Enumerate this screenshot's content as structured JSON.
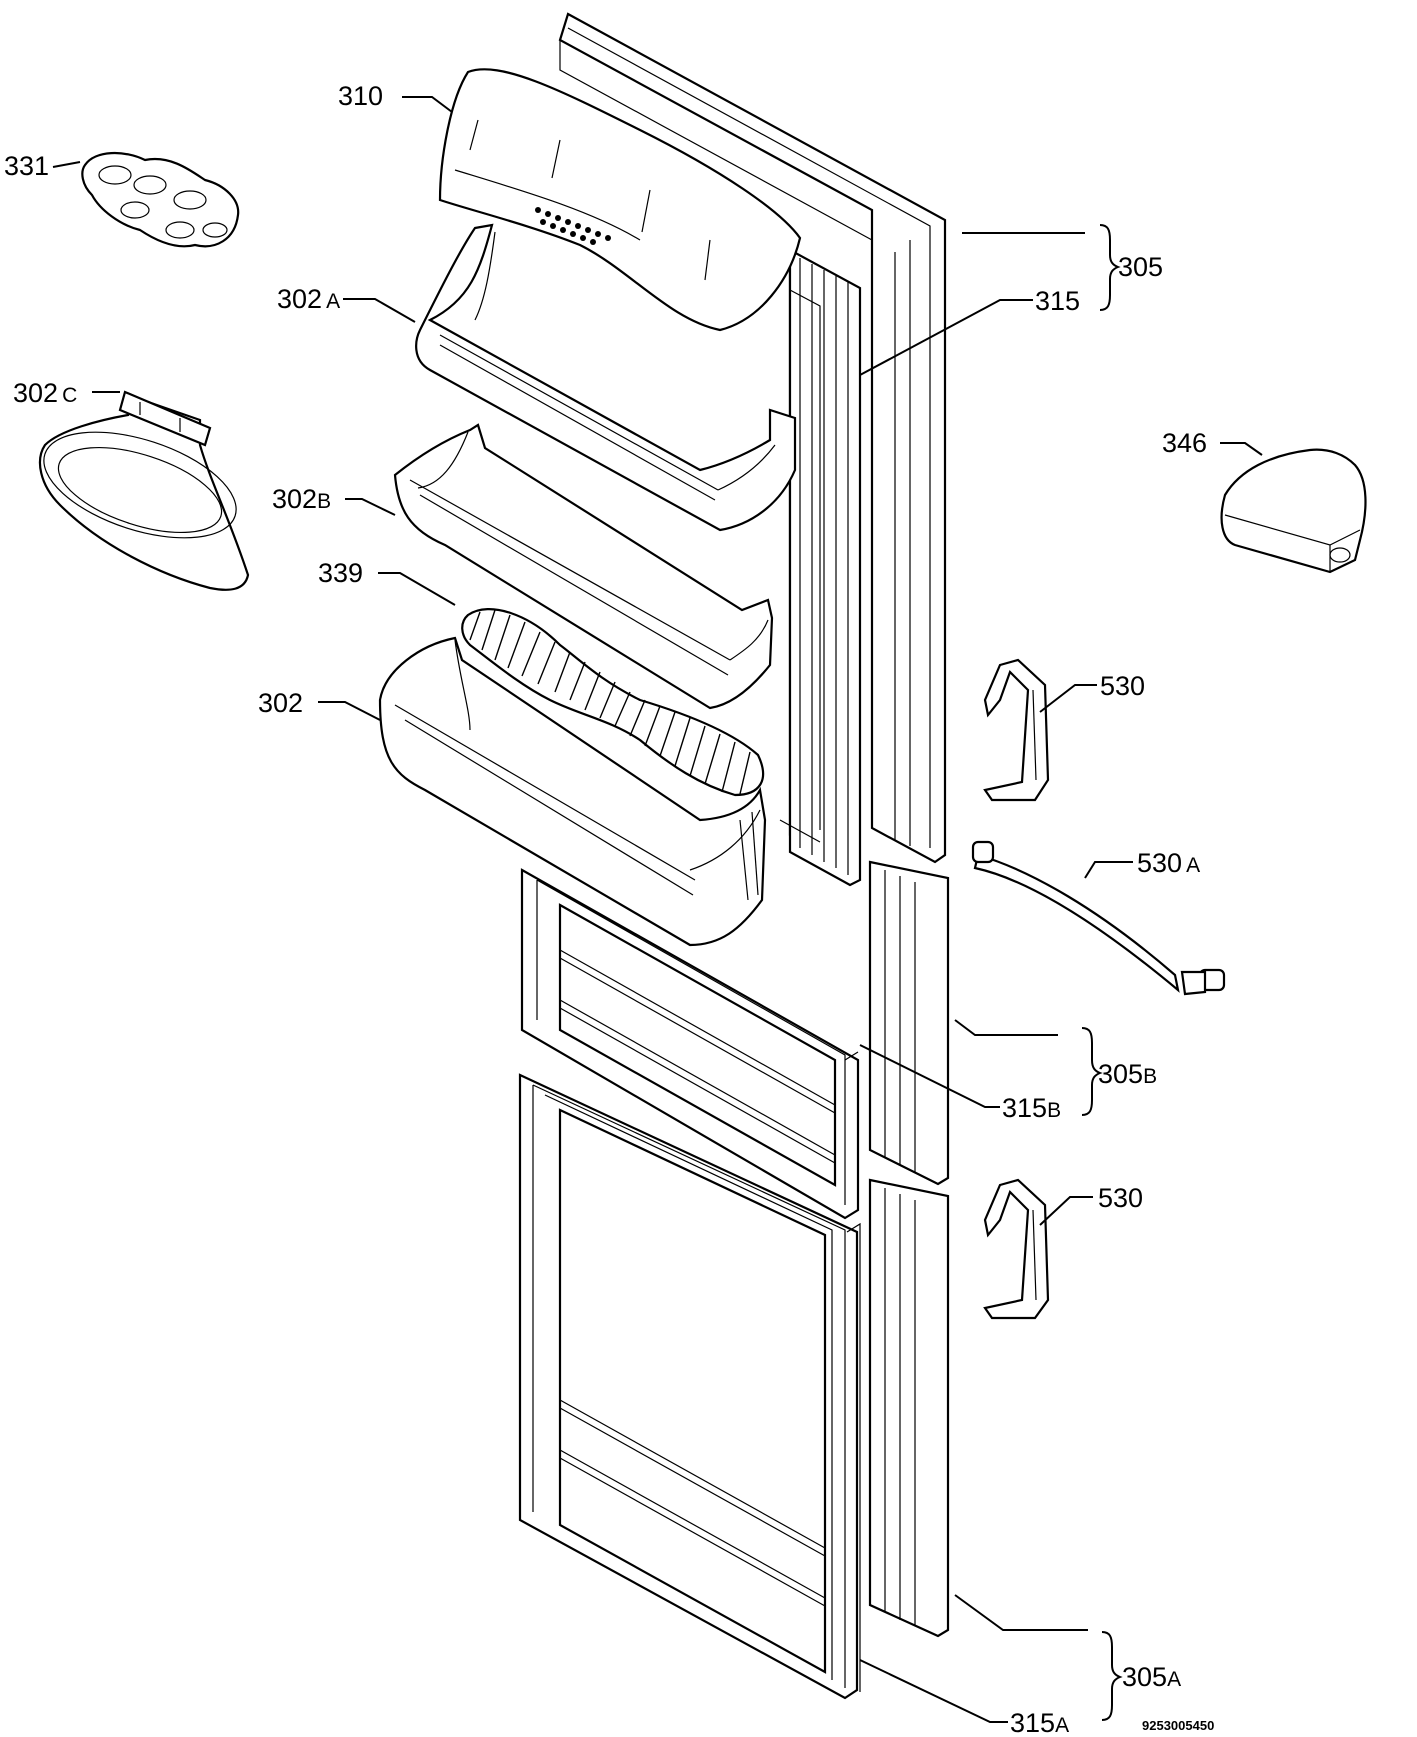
{
  "callouts": [
    {
      "id": "310",
      "number": "310",
      "suffix": ""
    },
    {
      "id": "331",
      "number": "331",
      "suffix": ""
    },
    {
      "id": "302a",
      "number": "302",
      "suffix": "A"
    },
    {
      "id": "302c",
      "number": "302",
      "suffix": "C"
    },
    {
      "id": "302b",
      "number": "302",
      "suffix": "B"
    },
    {
      "id": "339",
      "number": "339",
      "suffix": ""
    },
    {
      "id": "302",
      "number": "302",
      "suffix": ""
    },
    {
      "id": "305",
      "number": "305",
      "suffix": ""
    },
    {
      "id": "315",
      "number": "315",
      "suffix": ""
    },
    {
      "id": "346",
      "number": "346",
      "suffix": ""
    },
    {
      "id": "530-top",
      "number": "530",
      "suffix": ""
    },
    {
      "id": "530a",
      "number": "530",
      "suffix": "A"
    },
    {
      "id": "305b",
      "number": "305",
      "suffix": "B"
    },
    {
      "id": "315b",
      "number": "315",
      "suffix": "B"
    },
    {
      "id": "530-bottom",
      "number": "530",
      "suffix": ""
    },
    {
      "id": "305a",
      "number": "305",
      "suffix": "A"
    },
    {
      "id": "315a",
      "number": "315",
      "suffix": "A"
    }
  ],
  "document_number": "9253005450"
}
